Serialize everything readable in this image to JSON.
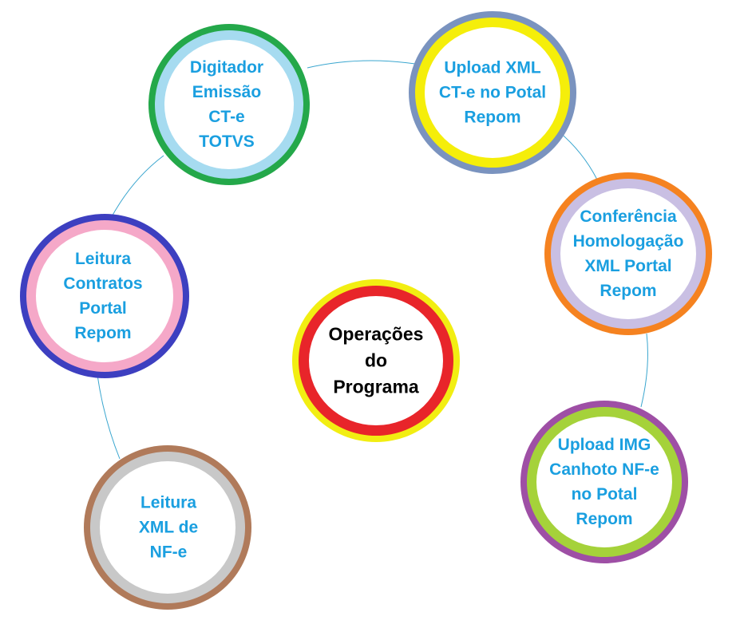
{
  "center": {
    "lines": [
      "Operações",
      "do",
      "Programa"
    ],
    "outer_color": "#f2ee12",
    "ring_color": "#e8252a"
  },
  "nodes": [
    {
      "id": "digitador",
      "lines": [
        "Digitador",
        "Emissão",
        "CT-e",
        "TOTVS"
      ],
      "outer_color": "#24a84a",
      "ring_color": "#a6dbf0"
    },
    {
      "id": "upload-xml",
      "lines": [
        "Upload XML",
        "CT-e no Potal",
        "Repom"
      ],
      "outer_color": "#7a93bf",
      "ring_color": "#f5ee0a"
    },
    {
      "id": "conferencia",
      "lines": [
        "Conferência",
        "Homologação",
        "XML Portal",
        "Repom"
      ],
      "outer_color": "#f58220",
      "ring_color": "#c9bfe3"
    },
    {
      "id": "upload-img",
      "lines": [
        "Upload IMG",
        "Canhoto NF-e",
        "no Potal",
        "Repom"
      ],
      "outer_color": "#9e4fa5",
      "ring_color": "#a5d23a"
    },
    {
      "id": "leitura-xml",
      "lines": [
        "Leitura",
        "XML de",
        "NF-e"
      ],
      "outer_color": "#b07a5a",
      "ring_color": "#c8c8c8"
    },
    {
      "id": "leitura-contratos",
      "lines": [
        "Leitura",
        "Contratos",
        "Portal",
        "Repom"
      ],
      "outer_color": "#3d3fc0",
      "ring_color": "#f5a8c8"
    }
  ],
  "colors": {
    "text": "#1a9fe0",
    "center_text": "#000000",
    "connector": "#3aa6cf"
  }
}
